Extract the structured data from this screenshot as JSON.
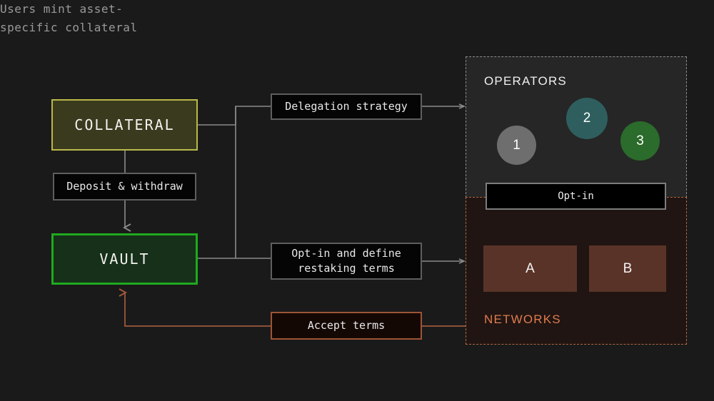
{
  "diagram": {
    "background": "#1a1a1a",
    "caption": "Users mint asset-\nspecific collateral",
    "nodes": {
      "collateral": {
        "label": "COLLATERAL",
        "fill": "#3a3a1f",
        "border": "#b9b94b"
      },
      "vault": {
        "label": "VAULT",
        "fill": "#16301a",
        "border": "#1faa1f"
      }
    },
    "edge_labels": {
      "deposit": "Deposit & withdraw",
      "delegation": "Delegation strategy",
      "optin_terms": "Opt-in and define\nrestaking terms",
      "accept": "Accept terms"
    },
    "panels": {
      "operators": {
        "title": "OPERATORS",
        "title_color": "#f0f0f0",
        "border_color": "#8c8c8c",
        "optin_bar": "Opt-in",
        "circles": [
          {
            "label": "1",
            "color": "#6e6e6e"
          },
          {
            "label": "2",
            "color": "#2e5f5e"
          },
          {
            "label": "3",
            "color": "#2b6b2b"
          }
        ]
      },
      "networks": {
        "title": "NETWORKS",
        "title_color": "#e07b4f",
        "border_color": "#b06a45",
        "boxes": [
          {
            "label": "A",
            "fill": "#5a3328"
          },
          {
            "label": "B",
            "fill": "#5a3328"
          }
        ]
      }
    },
    "wire_colors": {
      "gray": "#8a8a8a",
      "rust": "#a0583a",
      "teal": "#2e7d74",
      "green": "#2f8f2f"
    }
  }
}
